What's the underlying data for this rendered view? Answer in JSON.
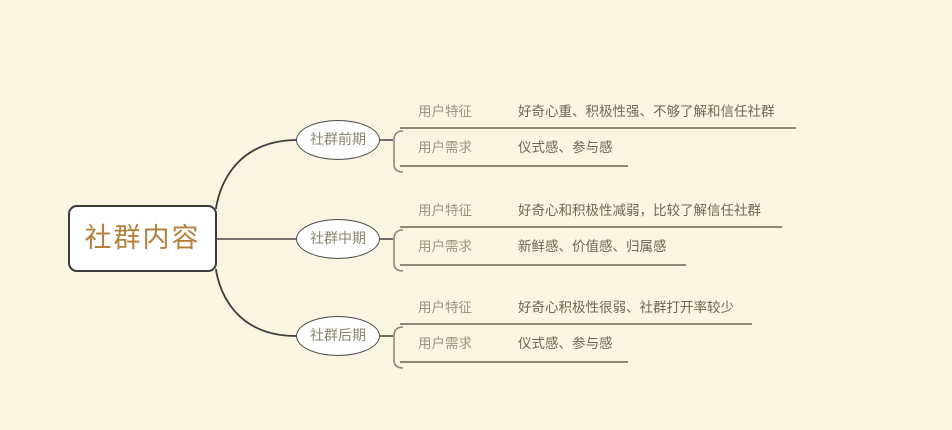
{
  "diagram": {
    "type": "mindmap",
    "title": "社群内容",
    "background_color": "#faf5e1",
    "root": {
      "label": "社群内容",
      "text_color": "#b5803c",
      "border_color": "#3a3a3a",
      "fill_color": "#ffffff"
    },
    "row_keys": {
      "feature": "用户特征",
      "need": "用户需求"
    },
    "branches": [
      {
        "label": "社群前期",
        "rows": [
          {
            "key": "用户特征",
            "value": "好奇心重、积极性强、不够了解和信任社群",
            "underline_width": 396
          },
          {
            "key": "用户需求",
            "value": "仪式感、参与感",
            "underline_width": 228
          }
        ]
      },
      {
        "label": "社群中期",
        "rows": [
          {
            "key": "用户特征",
            "value": "好奇心和积极性减弱，比较了解信任社群",
            "underline_width": 382
          },
          {
            "key": "用户需求",
            "value": "新鲜感、价值感、归属感",
            "underline_width": 286
          }
        ]
      },
      {
        "label": "社群后期",
        "rows": [
          {
            "key": "用户特征",
            "value": "好奇心积极性很弱、社群打开率较少",
            "underline_width": 352
          },
          {
            "key": "用户需求",
            "value": "仪式感、参与感",
            "underline_width": 228
          }
        ]
      }
    ]
  }
}
